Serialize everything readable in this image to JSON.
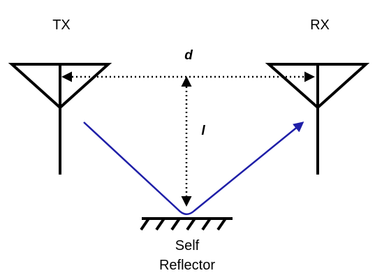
{
  "labels": {
    "tx": "TX",
    "rx": "RX",
    "distance": "d",
    "height": "l",
    "reflector_line1": "Self",
    "reflector_line2": "Reflector"
  },
  "colors": {
    "antenna": "#000000",
    "ray": "#1f1fa8",
    "dimension": "#000000"
  },
  "icons": {
    "tx_antenna": "antenna-icon",
    "rx_antenna": "antenna-icon",
    "reflector": "ground-hatch-icon"
  }
}
